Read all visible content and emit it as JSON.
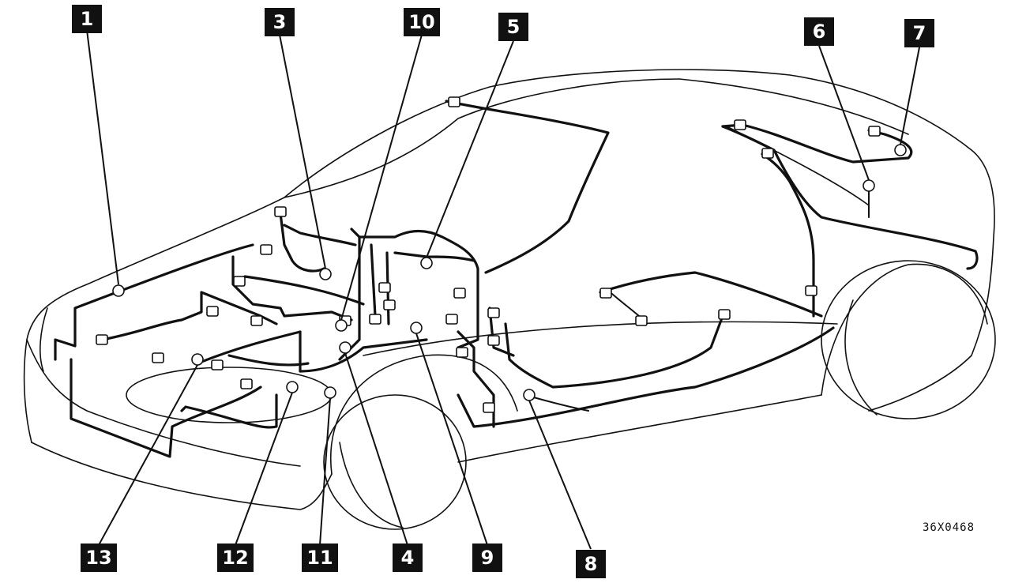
{
  "callouts": [
    {
      "id": "c1",
      "label": "1"
    },
    {
      "id": "c3",
      "label": "3"
    },
    {
      "id": "c10",
      "label": "10"
    },
    {
      "id": "c5",
      "label": "5"
    },
    {
      "id": "c6",
      "label": "6"
    },
    {
      "id": "c7",
      "label": "7"
    },
    {
      "id": "c13",
      "label": "13"
    },
    {
      "id": "c12",
      "label": "12"
    },
    {
      "id": "c11",
      "label": "11"
    },
    {
      "id": "c4",
      "label": "4"
    },
    {
      "id": "c9",
      "label": "9"
    },
    {
      "id": "c8",
      "label": "8"
    }
  ],
  "document_code": "36X0468",
  "colors": {
    "ink": "#111111",
    "paper": "#ffffff"
  }
}
